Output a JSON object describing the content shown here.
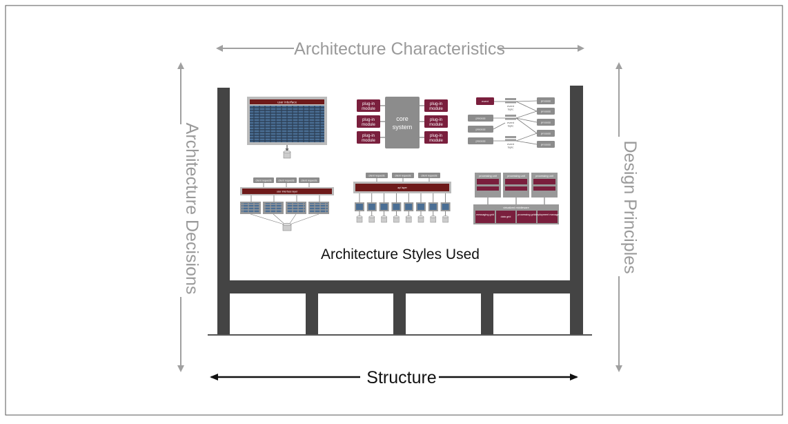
{
  "labels": {
    "top": "Architecture Characteristics",
    "left": "Architecture Decisions",
    "right": "Design Principles",
    "bottom": "Structure",
    "center": "Architecture Styles Used"
  },
  "styles": {
    "layered": {
      "top_label": "user interface"
    },
    "microkernel": {
      "core_line1": "core",
      "core_line2": "system",
      "plugin_line1": "plug-in",
      "plugin_line2": "module"
    },
    "event_driven": {
      "event": "event",
      "topic_line1": "event",
      "topic_line2": "topic",
      "process": "process"
    },
    "service_based": {
      "client_requests": "client requests",
      "ui_layer": "user interface layer"
    },
    "microservices": {
      "client_requests": "client requests",
      "api_layer": "api layer"
    },
    "space_based": {
      "processing_unit": "processing unit",
      "middleware": "virtualized middleware",
      "components": [
        "messaging grid",
        "data grid",
        "processing grid",
        "deployment manager"
      ]
    }
  },
  "colors": {
    "frame": "#444444",
    "gray_arrow": "#a0a0a0",
    "black_arrow": "#111111",
    "accent": "#7a1f3d",
    "dark_red": "#6e1a1a",
    "component_gray": "#8c8c8c"
  }
}
